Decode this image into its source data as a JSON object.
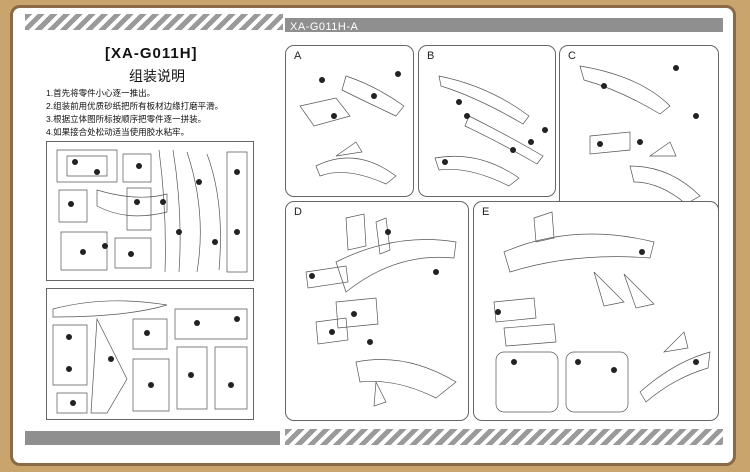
{
  "header": {
    "model_code": "[XA-G011H]",
    "subtitle": "组装说明"
  },
  "steps": [
    "1.首先将零件小心逐一推出。",
    "2.组装前用优质砂纸把所有板材边缘打磨平滑。",
    "3.根据立体图所标按顺序把零件逐一拼装。",
    "4.如果接合处松动适当使用胶水粘牢。"
  ],
  "diagram_code": "XA-G011H-A",
  "panels": [
    {
      "id": "A",
      "label": "A"
    },
    {
      "id": "B",
      "label": "B"
    },
    {
      "id": "C",
      "label": "C"
    },
    {
      "id": "D",
      "label": "D"
    },
    {
      "id": "E",
      "label": "E"
    }
  ],
  "colors": {
    "background": "#c9a46c",
    "frame_border": "#8a6a44",
    "stripe": "#8f8f8f"
  }
}
